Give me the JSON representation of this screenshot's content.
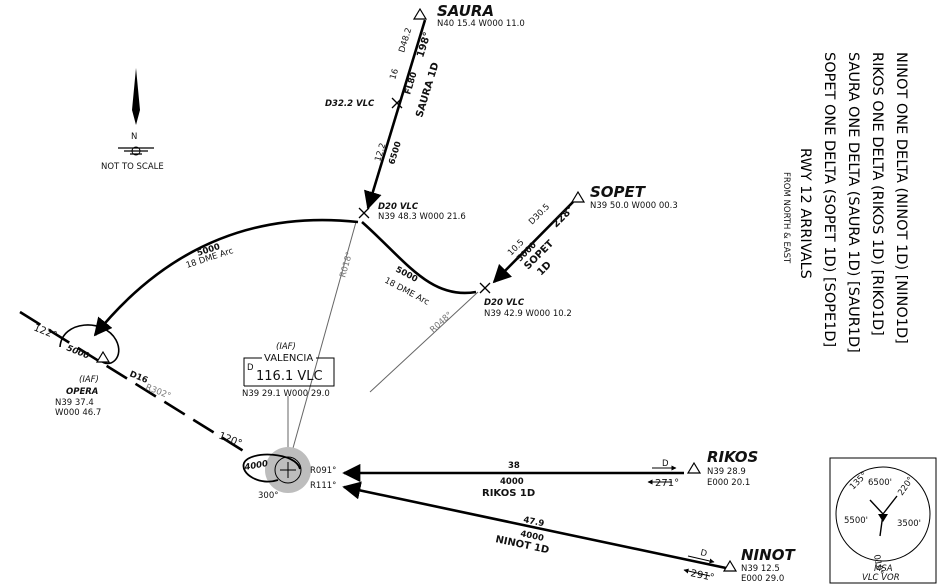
{
  "title_block": {
    "lines": [
      "NINOT ONE DELTA (NINOT 1D) [NINO1D]",
      "RIKOS ONE DELTA (RIKOS 1D) [RIKO1D]",
      "SAURA ONE DELTA (SAURA 1D) [SAUR1D]",
      "SOPET ONE DELTA (SOPET 1D) [SOPE1D]",
      "RWY 12 ARRIVALS"
    ],
    "sub": "FROM NORTH & EAST"
  },
  "north": {
    "label": "N",
    "scale_note": "NOT TO SCALE"
  },
  "navaid": {
    "role": "(IAF)",
    "name": "VALENCIA",
    "freq": "116.1 VLC",
    "coords": "N39 29.1 W000 29.0",
    "d_mark": "D",
    "holding_alt": "4000",
    "holding_course": "300°",
    "inbound_course": "120°",
    "r091": "R091°",
    "r111": "R111°"
  },
  "fixes": {
    "saura": {
      "name": "SAURA",
      "coords": "N40 15.4 W000 11.0"
    },
    "sopet": {
      "name": "SOPET",
      "coords": "N39 50.0 W000 00.3"
    },
    "rikos": {
      "name": "RIKOS",
      "coords_1": "N39 28.9",
      "coords_2": "E000 20.1"
    },
    "ninot": {
      "name": "NINOT",
      "coords_1": "N39 12.5",
      "coords_2": "E000 29.0"
    },
    "opera": {
      "role": "(IAF)",
      "name": "OPERA",
      "coords_1": "N39 37.4",
      "coords_2": "W000 46.7"
    },
    "d20_north": {
      "label": "D20 VLC",
      "coords": "N39 48.3 W000 21.6"
    },
    "d20_east": {
      "label": "D20 VLC",
      "coords": "N39 42.9 W000 10.2"
    },
    "d322": {
      "label": "D32.2 VLC"
    }
  },
  "routes": {
    "saura": {
      "name": "SAURA 1D",
      "course": "198°",
      "dme": "D48.2",
      "dist_top": "16",
      "fl": "FL80",
      "dist": "12.2",
      "alt": "6500"
    },
    "sopet": {
      "name_1": "SOPET",
      "name_2": "1D",
      "course": "228°",
      "dme": "D30.5",
      "dist": "10.5",
      "alt": "5000"
    },
    "rikos": {
      "name": "RIKOS 1D",
      "dist": "38",
      "alt": "4000",
      "course": "271°",
      "d_mark": "D"
    },
    "ninot": {
      "name": "NINOT 1D",
      "dist": "47.9",
      "alt": "4000",
      "course": "291°",
      "d_mark": "D"
    },
    "arc_west": {
      "alt": "5000",
      "desc": "18 DME Arc"
    },
    "arc_east": {
      "alt": "5000",
      "desc": "18 DME Arc"
    },
    "opera": {
      "outbound": "122°",
      "hold_alt": "5000",
      "dme": "D16",
      "radial": "R302°"
    },
    "r018": "R018°",
    "r048": "R048°"
  },
  "msa": {
    "sectors": [
      "6500'",
      "5500'",
      "3500'"
    ],
    "bearings": [
      "135°",
      "220°",
      "010°"
    ],
    "label_1": "MSA",
    "label_2": "VLC VOR"
  }
}
